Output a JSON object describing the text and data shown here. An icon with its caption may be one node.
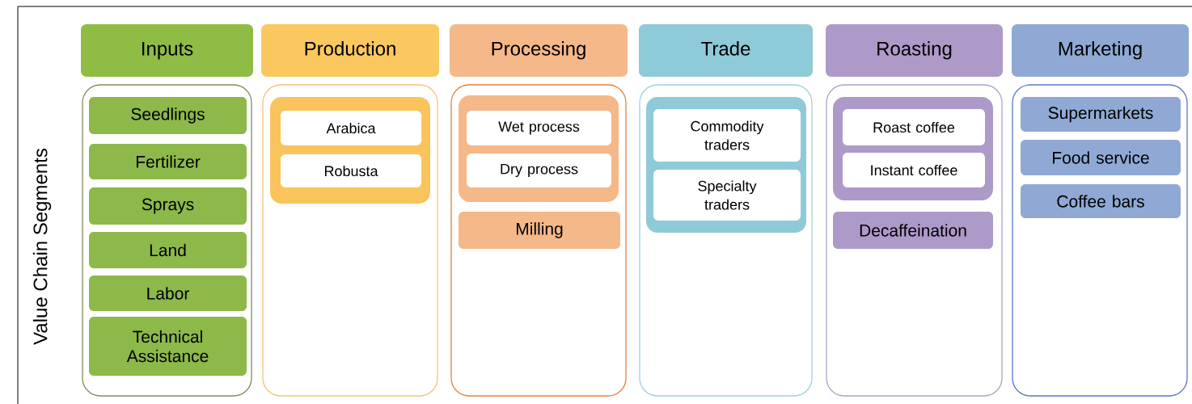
{
  "diagram": {
    "nodes": [
      {
        "text": [
          "Inputs"
        ]
      },
      {
        "text": [],
        "shape": "box"
      },
      {
        "text": [
          "Seedlings"
        ],
        "in": 1
      },
      {
        "text": [
          "Fertilizer"
        ],
        "in": 1
      },
      {
        "text": [
          "Sprays"
        ],
        "in": 1
      },
      {
        "text": [
          "Land"
        ],
        "in": 1
      },
      {
        "text": [
          "Labor"
        ],
        "in": 1
      },
      {
        "text": [
          "Technical Assistance"
        ],
        "in": 1
      },
      {
        "text": [
          "Production"
        ]
      },
      {
        "text": [],
        "shape": "box"
      },
      {
        "text": [],
        "shape": "box",
        "in": 9
      },
      {
        "text": [
          "Arabica"
        ],
        "in": 10
      },
      {
        "text": [
          "Robusta"
        ],
        "in": 10
      },
      {
        "text": [
          "Processing"
        ]
      },
      {
        "text": [],
        "shape": "box"
      },
      {
        "text": [],
        "shape": "box",
        "in": 14
      },
      {
        "text": [
          "Wet process"
        ],
        "in": 15
      },
      {
        "text": [
          "Dry process"
        ],
        "in": 15
      },
      {
        "text": [
          "Milling"
        ],
        "in": 14
      },
      {
        "text": [
          "Trade"
        ]
      },
      {
        "text": [],
        "shape": "box"
      },
      {
        "text": [],
        "shape": "box",
        "in": 20
      },
      {
        "text": [
          "Commodity traders"
        ],
        "in": 21
      },
      {
        "text": [
          "Specialty traders"
        ],
        "in": 21
      },
      {
        "text": [
          "Roasting"
        ]
      },
      {
        "text": [],
        "shape": "box"
      },
      {
        "text": [],
        "shape": "box",
        "in": 25
      },
      {
        "text": [
          "Roast coffee"
        ],
        "in": 26
      },
      {
        "text": [
          "Instant coffee"
        ],
        "in": 26
      },
      {
        "text": [
          "Decaffeination"
        ],
        "in": 25
      },
      {
        "text": [
          "Marketing"
        ]
      },
      {
        "text": [],
        "shape": "box"
      },
      {
        "text": [
          "Supermarkets"
        ],
        "in": 31
      },
      {
        "text": [
          "Food service"
        ],
        "in": 31
      },
      {
        "text": [
          "Coffee bars"
        ],
        "in": 31
      }
    ],
    "labels": [
      "Value Chain Segments"
    ]
  }
}
